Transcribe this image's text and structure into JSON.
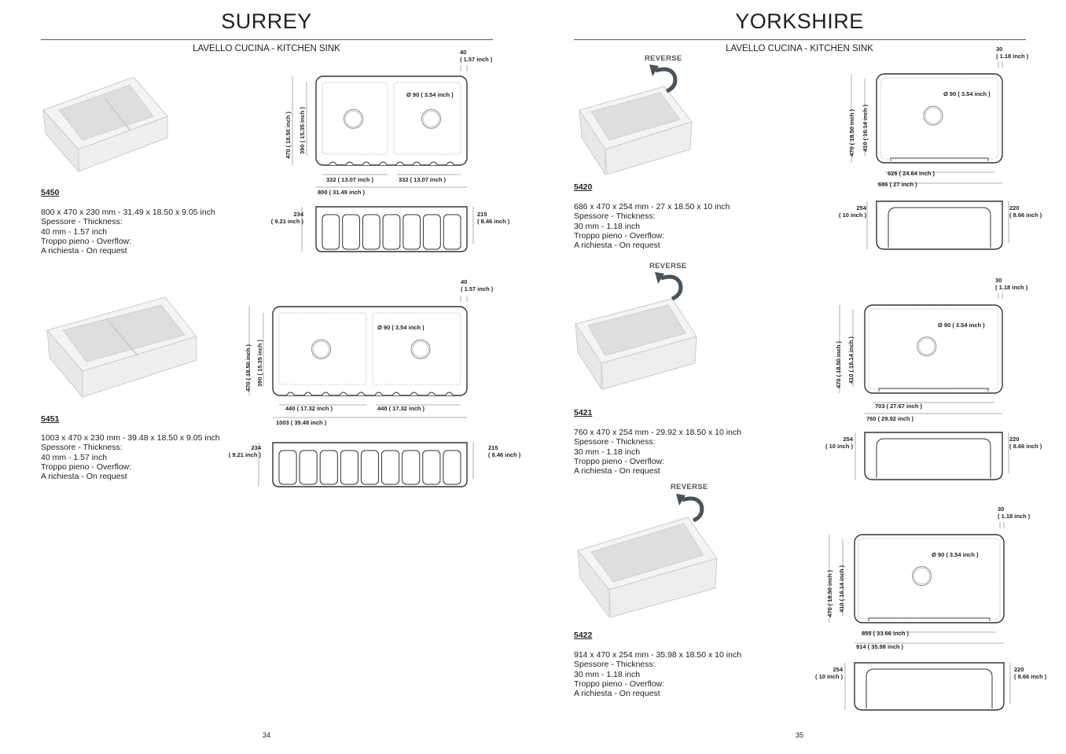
{
  "left_page": {
    "title": "SURREY",
    "subtitle": "LAVELLO CUCINA - KITCHEN SINK",
    "page_number": "34",
    "products": [
      {
        "code": "5450",
        "desc": [
          "800 x 470 x 230 mm - 31.49 x 18.50 x 9.05 inch",
          "Spessore - Thickness:",
          "40 mm - 1.57 inch",
          "Troppo pieno - Overflow:",
          "A richiesta - On request"
        ],
        "dims": {
          "rim": "40",
          "rim_in": "( 1.57 inch )",
          "drain": "Ø 90 ( 3.54 inch )",
          "depth": "470 ( 18.50 inch )",
          "inner_depth": "390 ( 15.35 inch )",
          "bowl1": "332 ( 13.07 inch )",
          "bowl2": "332 ( 13.07 inch )",
          "width": "800 ( 31.49 inch )",
          "front_h": "234",
          "front_h_in": "( 9.21 inch )",
          "front_in": "215",
          "front_in_in": "( 8.46 inch )"
        }
      },
      {
        "code": "5451",
        "desc": [
          "1003 x 470 x 230 mm - 39.48 x 18.50 x 9.05 inch",
          "Spessore - Thickness:",
          "40 mm - 1.57 inch",
          "Troppo pieno - Overflow:",
          "A richiesta - On request"
        ],
        "dims": {
          "rim": "40",
          "rim_in": "( 1.57 inch )",
          "drain": "Ø 90 ( 3.54 inch )",
          "depth": "470 ( 18.50 inch )",
          "inner_depth": "390 ( 15.35 inch )",
          "bowl1": "440 ( 17.32 inch )",
          "bowl2": "440 ( 17.32 inch )",
          "width": "1003 ( 39.48 inch )",
          "front_h": "234",
          "front_h_in": "( 9.21 inch )",
          "front_in": "215",
          "front_in_in": "( 8.46 inch )"
        }
      }
    ]
  },
  "right_page": {
    "title": "YORKSHIRE",
    "subtitle": "LAVELLO CUCINA - KITCHEN SINK",
    "page_number": "35",
    "reverse_label": "REVERSE",
    "products": [
      {
        "code": "5420",
        "desc": [
          "686 x 470 x 254 mm - 27 x 18.50 x 10 inch",
          "Spessore - Thickness:",
          "30 mm - 1.18 inch",
          "Troppo pieno - Overflow:",
          "A richiesta - On request"
        ],
        "dims": {
          "rim": "30",
          "rim_in": "( 1.18 inch )",
          "drain": "Ø 90 ( 3.54 inch )",
          "depth": "470 ( 18.50 inch )",
          "inner_depth": "410 ( 16.14 inch )",
          "inner_w": "626 ( 24.64 inch )",
          "width": "686 ( 27 inch )",
          "front_h": "254",
          "front_h_in": "( 10 inch )",
          "front_in": "220",
          "front_in_in": "( 8.66 inch )"
        }
      },
      {
        "code": "5421",
        "desc": [
          "760 x 470 x 254 mm - 29.92 x 18.50 x 10 inch",
          "Spessore - Thickness:",
          "30 mm - 1.18 inch",
          "Troppo pieno - Overflow:",
          "A richiesta - On request"
        ],
        "dims": {
          "rim": "30",
          "rim_in": "( 1.18 inch )",
          "drain": "Ø 90 ( 3.54 inch )",
          "depth": "470 ( 18.50 inch )",
          "inner_depth": "410 ( 16.14 inch )",
          "inner_w": "703 ( 27.67 inch )",
          "width": "760 ( 29.92 inch )",
          "front_h": "254",
          "front_h_in": "( 10 inch )",
          "front_in": "220",
          "front_in_in": "( 8.66 inch )"
        }
      },
      {
        "code": "5422",
        "desc": [
          "914 x 470 x 254 mm - 35.98 x 18.50 x 10 inch",
          "Spessore - Thickness:",
          "30 mm - 1.18 inch",
          "Troppo pieno - Overflow:",
          "A richiesta - On request"
        ],
        "dims": {
          "rim": "30",
          "rim_in": "( 1.18 inch )",
          "drain": "Ø 90 ( 3.54 inch )",
          "depth": "470 ( 18.50 inch )",
          "inner_depth": "410 ( 16.14 inch )",
          "inner_w": "855 ( 33.66 inch )",
          "width": "914 ( 35.98 inch )",
          "front_h": "254",
          "front_h_in": "( 10 inch )",
          "front_in": "220",
          "front_in_in": "( 8.66 inch )"
        }
      }
    ]
  }
}
